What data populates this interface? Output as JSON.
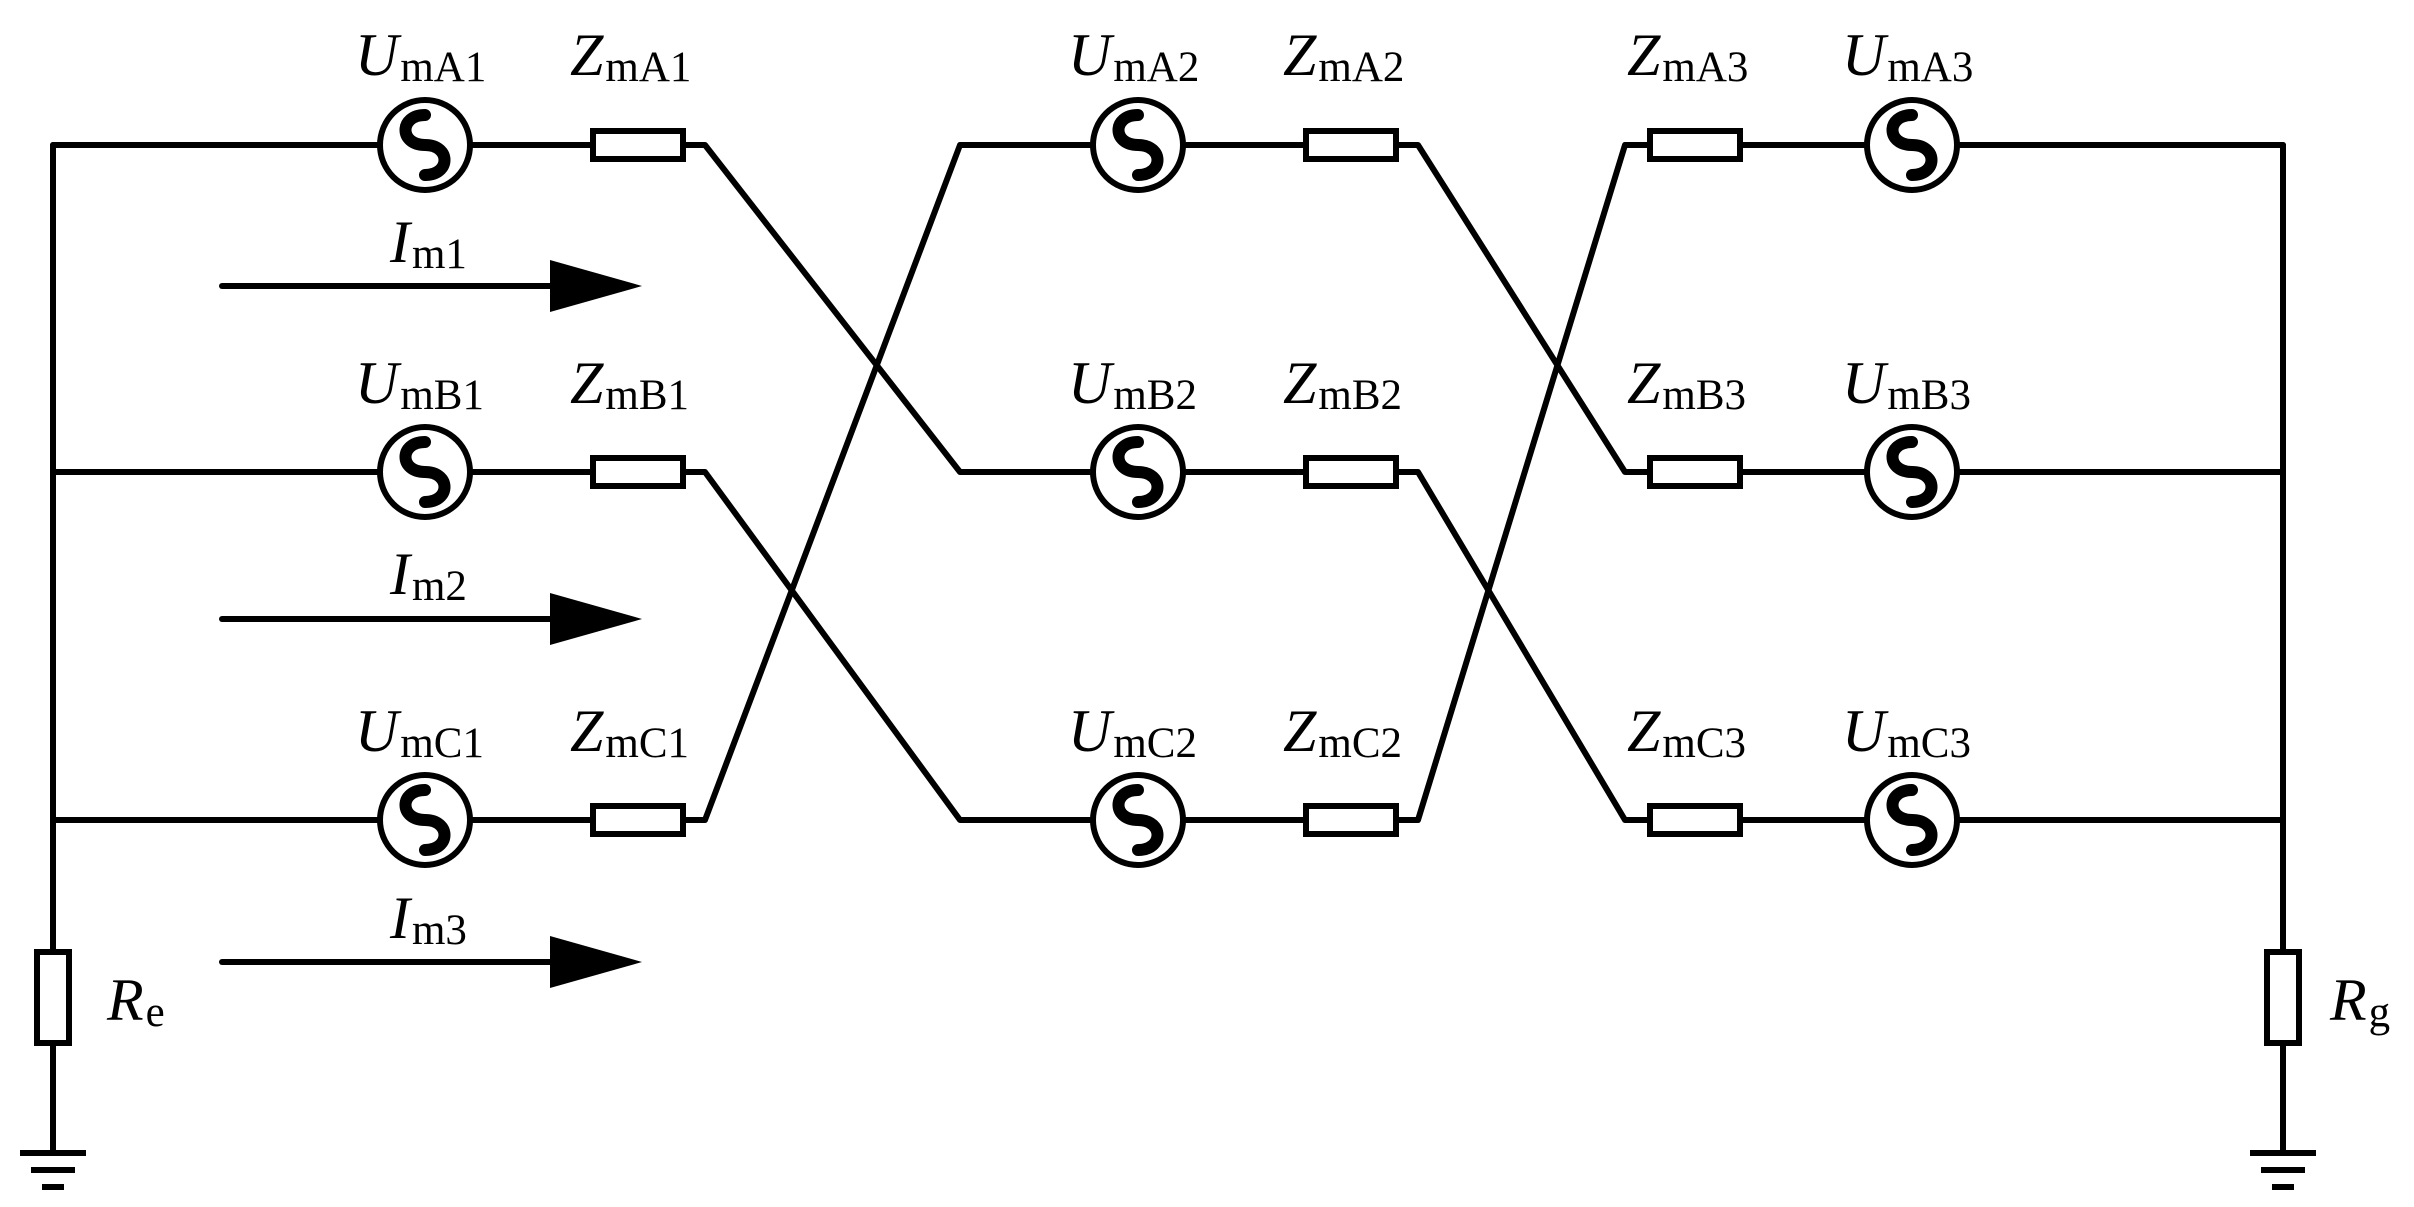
{
  "diagram": {
    "sources": {
      "A1": {
        "main": "U",
        "sub": "mA1"
      },
      "B1": {
        "main": "U",
        "sub": "mB1"
      },
      "C1": {
        "main": "U",
        "sub": "mC1"
      },
      "A2": {
        "main": "U",
        "sub": "mA2"
      },
      "B2": {
        "main": "U",
        "sub": "mB2"
      },
      "C2": {
        "main": "U",
        "sub": "mC2"
      },
      "A3": {
        "main": "U",
        "sub": "mA3"
      },
      "B3": {
        "main": "U",
        "sub": "mB3"
      },
      "C3": {
        "main": "U",
        "sub": "mC3"
      }
    },
    "impedances": {
      "A1": {
        "main": "Z",
        "sub": "mA1"
      },
      "B1": {
        "main": "Z",
        "sub": "mB1"
      },
      "C1": {
        "main": "Z",
        "sub": "mC1"
      },
      "A2": {
        "main": "Z",
        "sub": "mA2"
      },
      "B2": {
        "main": "Z",
        "sub": "mB2"
      },
      "C2": {
        "main": "Z",
        "sub": "mC2"
      },
      "A3": {
        "main": "Z",
        "sub": "mA3"
      },
      "B3": {
        "main": "Z",
        "sub": "mB3"
      },
      "C3": {
        "main": "Z",
        "sub": "mC3"
      }
    },
    "currents": {
      "m1": {
        "main": "I",
        "sub": "m1"
      },
      "m2": {
        "main": "I",
        "sub": "m2"
      },
      "m3": {
        "main": "I",
        "sub": "m3"
      }
    },
    "resistors": {
      "left": {
        "main": "R",
        "sub": "e"
      },
      "right": {
        "main": "R",
        "sub": "g"
      }
    },
    "icons": {
      "source": "ac-voltage-source-icon",
      "impedance": "impedance-box-icon",
      "ground": "ground-icon",
      "arrow": "current-arrow-icon"
    },
    "colors": {
      "line": "#000000",
      "background": "#ffffff"
    }
  }
}
